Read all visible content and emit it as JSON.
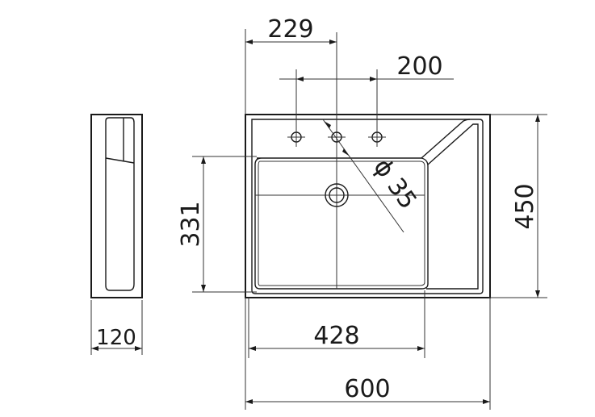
{
  "dimensions": {
    "top_offset": "229",
    "tap_spacing": "200",
    "diameter": "ϕ 35",
    "overall_depth": "450",
    "basin_depth": "331",
    "basin_width": "428",
    "overall_width": "600",
    "height": "120"
  },
  "colors": {
    "line": "#1a1a1a",
    "background": "#ffffff"
  }
}
